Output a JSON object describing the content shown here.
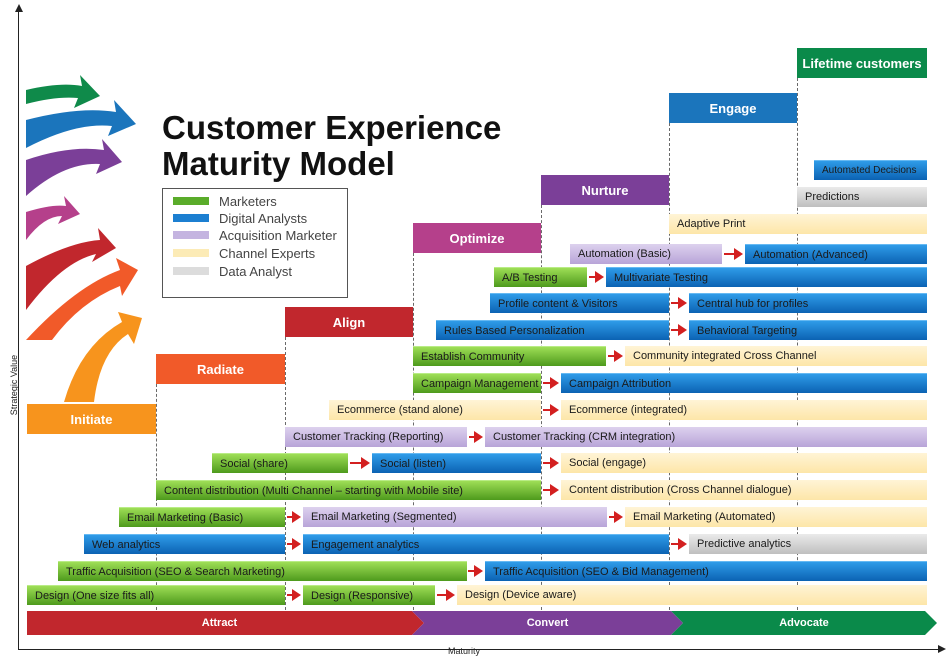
{
  "title": {
    "line1": "Customer Experience",
    "line2": "Maturity Model"
  },
  "legend": [
    {
      "label": "Marketers",
      "color": "#5aac2a"
    },
    {
      "label": "Digital Analysts",
      "color": "#1c7fd1"
    },
    {
      "label": "Acquisition Marketer",
      "color": "#c4b4e0"
    },
    {
      "label": "Channel Experts",
      "color": "#fcebb6"
    },
    {
      "label": "Data Analyst",
      "color": "#dcdcdc"
    }
  ],
  "stages": [
    {
      "label": "Initiate",
      "color": "#f7941d"
    },
    {
      "label": "Radiate",
      "color": "#f15a29"
    },
    {
      "label": "Align",
      "color": "#c1272d"
    },
    {
      "label": "Optimize",
      "color": "#b5408b"
    },
    {
      "label": "Nurture",
      "color": "#7b3f98"
    },
    {
      "label": "Engage",
      "color": "#1b75bc"
    },
    {
      "label": "Lifetime customers",
      "color": "#0a8a4a"
    }
  ],
  "capabilities": [
    {
      "label": "Design (One size fits all)",
      "role": "green"
    },
    {
      "label": "Design (Responsive)",
      "role": "green"
    },
    {
      "label": "Design (Device aware)",
      "role": "yellow"
    },
    {
      "label": "Traffic Acquisition (SEO & Search Marketing)",
      "role": "green"
    },
    {
      "label": "Traffic Acquisition (SEO & Bid Management)",
      "role": "blue"
    },
    {
      "label": "Web analytics",
      "role": "blue"
    },
    {
      "label": "Engagement analytics",
      "role": "blue"
    },
    {
      "label": "Predictive analytics",
      "role": "gray"
    },
    {
      "label": "Email Marketing (Basic)",
      "role": "green"
    },
    {
      "label": "Email Marketing (Segmented)",
      "role": "purple"
    },
    {
      "label": "Email Marketing (Automated)",
      "role": "yellow"
    },
    {
      "label": "Content distribution (Multi Channel – starting with Mobile site)",
      "role": "green"
    },
    {
      "label": "Content distribution (Cross Channel dialogue)",
      "role": "yellow"
    },
    {
      "label": "Social (share)",
      "role": "green"
    },
    {
      "label": "Social (listen)",
      "role": "blue"
    },
    {
      "label": "Social (engage)",
      "role": "yellow"
    },
    {
      "label": "Customer Tracking (Reporting)",
      "role": "purple"
    },
    {
      "label": "Customer Tracking (CRM integration)",
      "role": "purple"
    },
    {
      "label": "Ecommerce (stand alone)",
      "role": "yellow"
    },
    {
      "label": "Ecommerce (integrated)",
      "role": "yellow"
    },
    {
      "label": "Campaign Management",
      "role": "green"
    },
    {
      "label": "Campaign Attribution",
      "role": "blue"
    },
    {
      "label": "Establish Community",
      "role": "green"
    },
    {
      "label": "Community integrated Cross Channel",
      "role": "yellow"
    },
    {
      "label": "Rules Based Personalization",
      "role": "blue"
    },
    {
      "label": "Behavioral Targeting",
      "role": "blue"
    },
    {
      "label": "Profile content & Visitors",
      "role": "blue"
    },
    {
      "label": "Central  hub for profiles",
      "role": "blue"
    },
    {
      "label": "A/B Testing",
      "role": "green"
    },
    {
      "label": "Multivariate Testing",
      "role": "blue"
    },
    {
      "label": "Automation (Basic)",
      "role": "purple"
    },
    {
      "label": "Automation (Advanced)",
      "role": "blue"
    },
    {
      "label": "Adaptive Print",
      "role": "yellow"
    },
    {
      "label": "Predictions",
      "role": "gray"
    },
    {
      "label": "Automated  Decisions",
      "role": "blue"
    }
  ],
  "phases": [
    {
      "label": "Attract",
      "color": "#c1272d"
    },
    {
      "label": "Convert",
      "color": "#7b3f98"
    },
    {
      "label": "Advocate",
      "color": "#0a8a4a"
    }
  ],
  "axes": {
    "x_label": "Maturity",
    "y_label": "Strategic Value"
  }
}
